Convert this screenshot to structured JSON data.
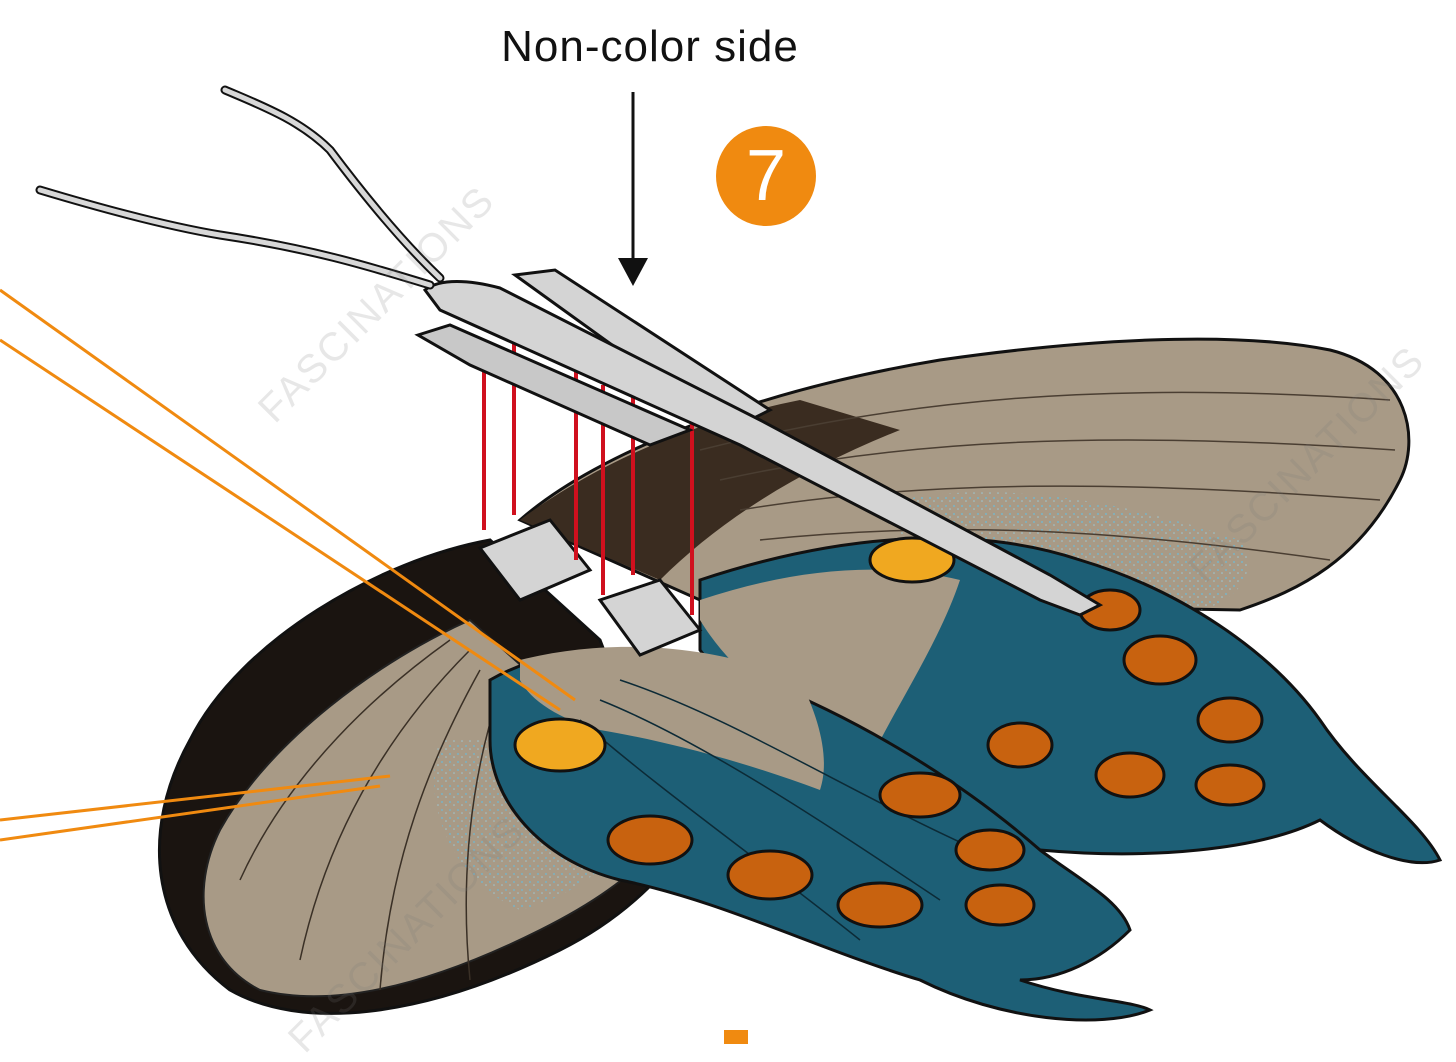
{
  "diagram": {
    "label": "Non-color side",
    "step_number": "7",
    "watermark": "FASCINATIONS"
  },
  "colors": {
    "step_badge": "#f08a10",
    "pointer_lines": "#f08a10",
    "pins": "#d0101e",
    "wing_tan": "#a89a86",
    "wing_blue": "#1d5f76",
    "spots": "#c8620f",
    "body_panel": "#d4d4d4"
  }
}
